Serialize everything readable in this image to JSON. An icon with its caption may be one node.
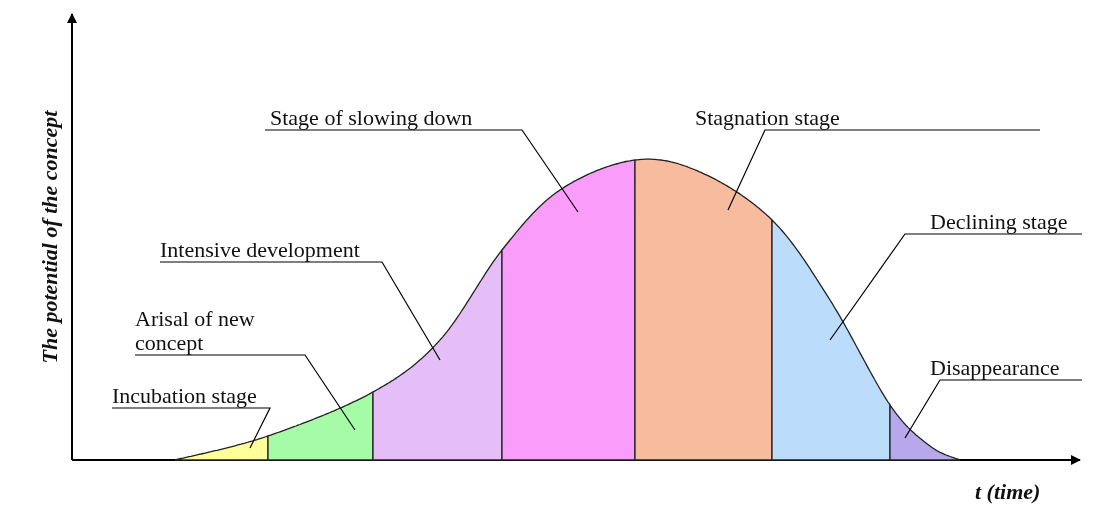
{
  "diagram": {
    "nodes": [
      {
        "text": [
          "Incubation stage"
        ]
      },
      {
        "text": [
          "Arisal of new concept"
        ]
      },
      {
        "text": [
          "Intensive development"
        ]
      },
      {
        "text": [
          "Stage of slowing down"
        ]
      },
      {
        "text": [
          "Stagnation stage"
        ]
      },
      {
        "text": [
          "Declining stage"
        ]
      },
      {
        "text": [
          "Disappearance"
        ]
      },
      {
        "text": [],
        "shape": "area"
      },
      {
        "text": [],
        "shape": "area"
      },
      {
        "text": [],
        "shape": "area"
      },
      {
        "text": [],
        "shape": "area"
      },
      {
        "text": [],
        "shape": "area"
      },
      {
        "text": [],
        "shape": "area"
      },
      {
        "text": [],
        "shape": "area"
      }
    ],
    "edges": [
      {
        "from": 0,
        "to": 7,
        "arrow": "none"
      },
      {
        "from": 1,
        "to": 8,
        "arrow": "none"
      },
      {
        "from": 2,
        "to": 9,
        "arrow": "none"
      },
      {
        "from": 3,
        "to": 10,
        "arrow": "none"
      },
      {
        "from": 4,
        "to": 11,
        "arrow": "none"
      },
      {
        "from": 5,
        "to": 12,
        "arrow": "none"
      },
      {
        "from": 6,
        "to": 13,
        "arrow": "none"
      }
    ],
    "labels": [
      "The potential of the concept",
      "t (time)"
    ]
  }
}
